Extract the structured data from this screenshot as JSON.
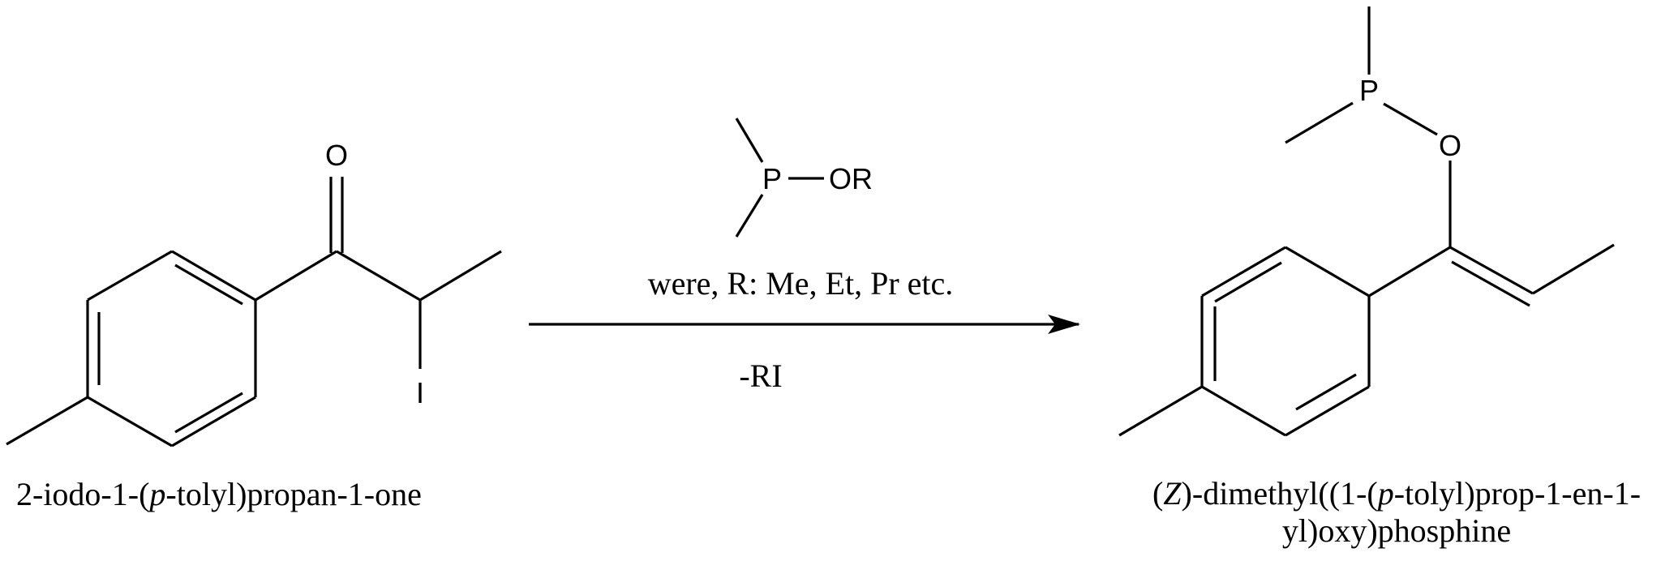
{
  "reactant": {
    "atoms": {
      "oxygen": "O",
      "iodine": "I"
    },
    "name": {
      "pre": "2-iodo-1-(",
      "italic": "p",
      "post": "-tolyl)propan-1-one"
    }
  },
  "reagent": {
    "atoms": {
      "phosphorus": "P",
      "alkoxy": "OR"
    },
    "note": "were, R: Me, Et, Pr etc.",
    "byproduct": "-RI"
  },
  "product": {
    "atoms": {
      "phosphorus": "P",
      "oxygen": "O"
    },
    "name": {
      "line1_open": "(",
      "line1_z": "Z",
      "line1_mid": ")-dimethyl((1-(",
      "line1_p": "p",
      "line1_post": "-tolyl)prop-1-en-1-",
      "line2": "yl)oxy)phosphine"
    }
  }
}
